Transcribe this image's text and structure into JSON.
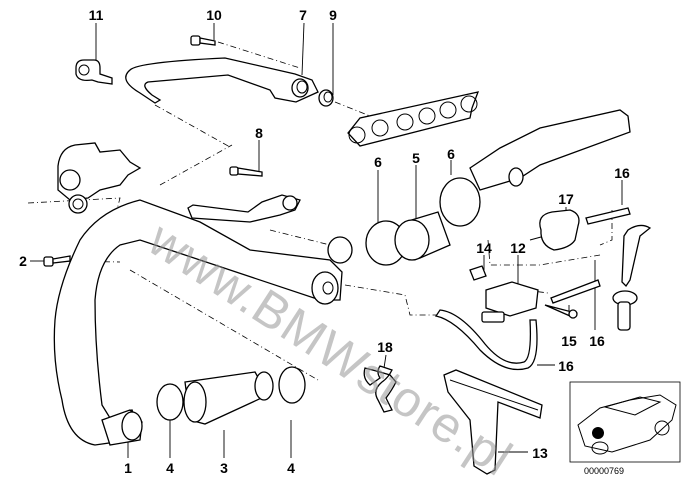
{
  "diagram": {
    "title": "Turbocharger pipes / boost pressure control parts diagram",
    "watermark": "www.BMWstore.pl",
    "catalog_number": "00000769",
    "callouts": [
      {
        "id": "c11",
        "label": "11",
        "part": "clamp"
      },
      {
        "id": "c10",
        "label": "10",
        "part": "bolt"
      },
      {
        "id": "c7",
        "label": "7",
        "part": "oil-return-pipe"
      },
      {
        "id": "c9",
        "label": "9",
        "part": "seal-ring"
      },
      {
        "id": "c8",
        "label": "8",
        "part": "stud-bolt"
      },
      {
        "id": "c6a",
        "label": "6",
        "part": "hose-clamp"
      },
      {
        "id": "c5",
        "label": "5",
        "part": "rubber-sleeve"
      },
      {
        "id": "c6b",
        "label": "6",
        "part": "hose-clamp"
      },
      {
        "id": "c16a",
        "label": "16",
        "part": "vacuum-hose"
      },
      {
        "id": "c17",
        "label": "17",
        "part": "filter"
      },
      {
        "id": "c2",
        "label": "2",
        "part": "bolt"
      },
      {
        "id": "c14",
        "label": "14",
        "part": "plug"
      },
      {
        "id": "c12",
        "label": "12",
        "part": "pressure-converter"
      },
      {
        "id": "c15",
        "label": "15",
        "part": "screw"
      },
      {
        "id": "c16b",
        "label": "16",
        "part": "vacuum-hose"
      },
      {
        "id": "c18",
        "label": "18",
        "part": "hose-holder"
      },
      {
        "id": "c16c",
        "label": "16",
        "part": "vacuum-hose"
      },
      {
        "id": "c1",
        "label": "1",
        "part": "charge-air-pipe"
      },
      {
        "id": "c4a",
        "label": "4",
        "part": "hose-clamp"
      },
      {
        "id": "c3",
        "label": "3",
        "part": "rubber-boot"
      },
      {
        "id": "c4b",
        "label": "4",
        "part": "hose-clamp"
      },
      {
        "id": "c13",
        "label": "13",
        "part": "bracket"
      }
    ],
    "inset": {
      "description": "vehicle location thumbnail",
      "marker": "engine-bay-dot"
    }
  }
}
